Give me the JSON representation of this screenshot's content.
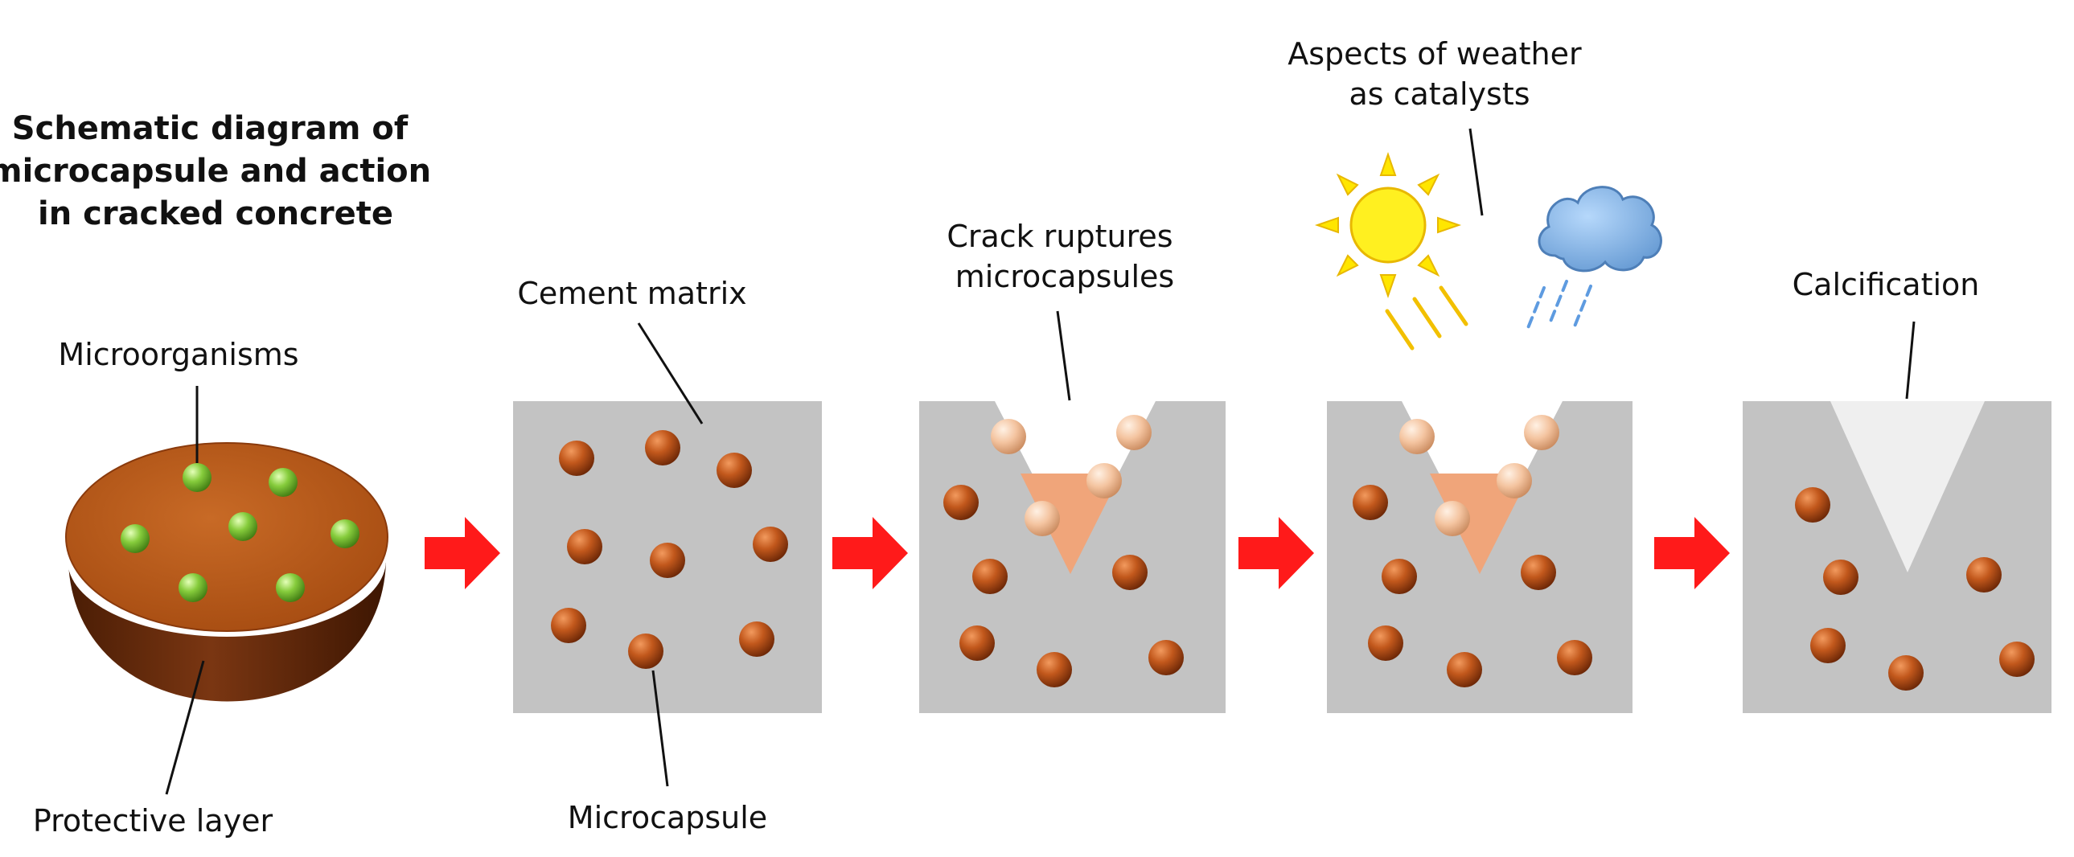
{
  "title_lines": [
    "Schematic diagram of",
    "microcapsule and action",
    "in cracked concrete"
  ],
  "labels": {
    "microorganisms": "Microorganisms",
    "protective_layer": "Protective layer",
    "cement_matrix": "Cement matrix",
    "microcapsule": "Microcapsule",
    "crack_line1": "Crack ruptures",
    "crack_line2": "microcapsules",
    "weather_line1": "Aspects of weather",
    "weather_line2": "as catalysts",
    "calcification": "Calcification"
  },
  "icons": {
    "sun": "sun-icon",
    "cloud": "rain-cloud-icon",
    "arrow": "red-arrow-icon"
  },
  "colors": {
    "concrete": "#c3c3c3",
    "capsule": "#b5541a",
    "ruptured_capsule": "#f3c39e",
    "crack_fill": "#f0a57a",
    "calcite": "#efefef",
    "arrow": "#ff1a1a",
    "microorganism": "#7cc63a",
    "bowl_top": "#b85b1a",
    "bowl_body": "#6e2e0c",
    "sun": "#ffe600",
    "cloud": "#7fb2e6"
  }
}
